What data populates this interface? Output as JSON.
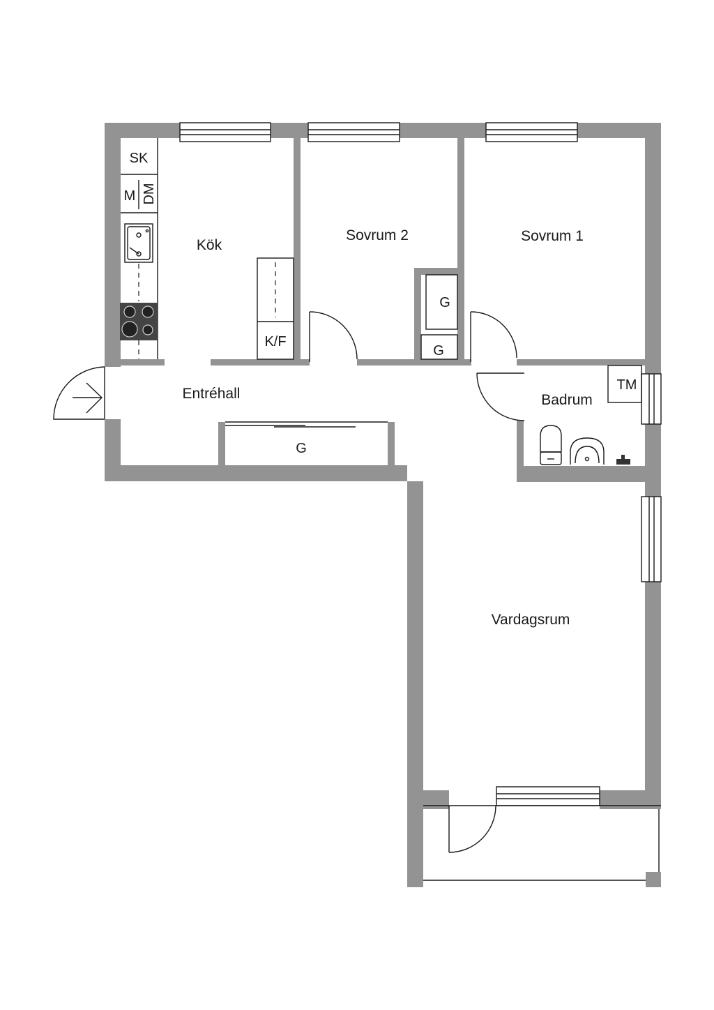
{
  "rooms": {
    "kok": "Kök",
    "sovrum2": "Sovrum 2",
    "sovrum1": "Sovrum 1",
    "entrehall": "Entréhall",
    "badrum": "Badrum",
    "vardagsrum": "Vardagsrum"
  },
  "fixtures": {
    "sk": "SK",
    "m": "M",
    "dm": "DM",
    "kf": "K/F",
    "tm": "TM",
    "g_sovrum2_upper": "G",
    "g_sovrum2_lower": "G",
    "g_hall": "G"
  },
  "colors": {
    "wall": "#939393",
    "line": "#1a1a1a",
    "background": "#ffffff"
  },
  "icons": [
    "sink-icon",
    "stove-icon",
    "toilet-icon",
    "washbasin-icon",
    "tap-icon",
    "entrance-arrow-icon"
  ]
}
